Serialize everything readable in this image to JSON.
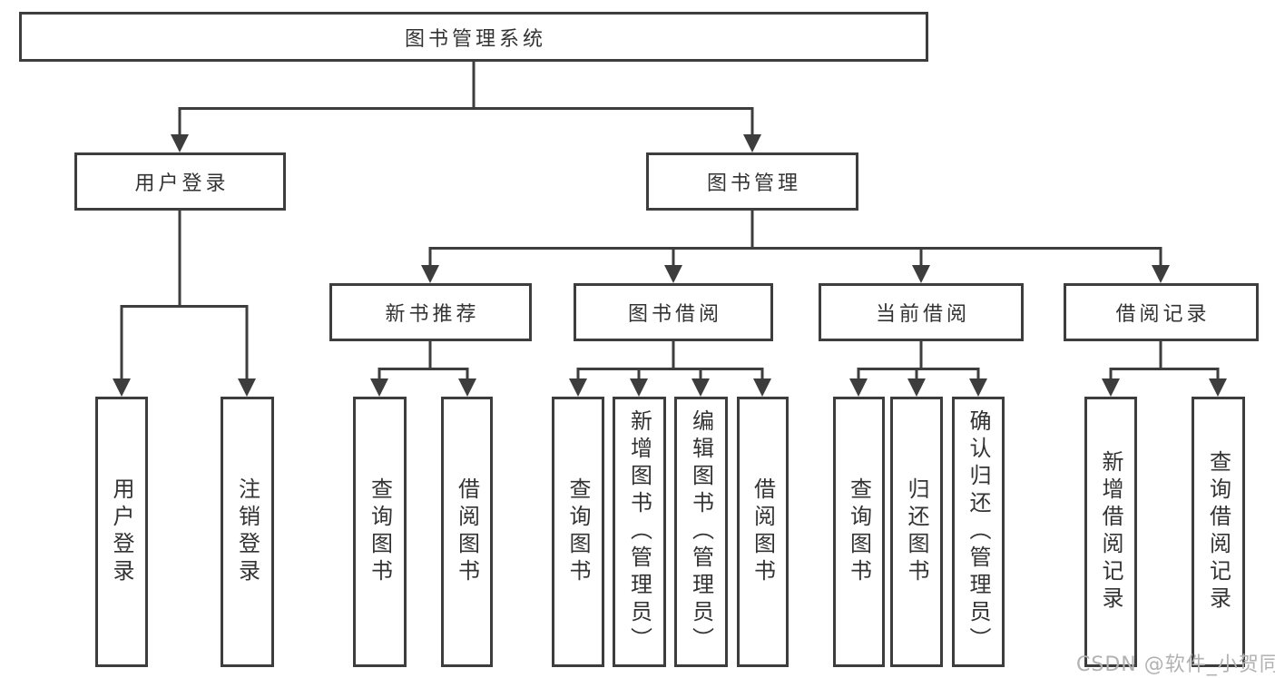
{
  "diagram": {
    "type": "hierarchy-tree",
    "background": "#ffffff",
    "line_color": "#3d3d3d",
    "text_color": "#333333",
    "watermark_color": "#b2b2b2"
  },
  "tree": {
    "label": "图书管理系统",
    "children": [
      {
        "label": "用户登录",
        "children": [
          {
            "label": "用户登录"
          },
          {
            "label": "注销登录"
          }
        ]
      },
      {
        "label": "图书管理",
        "children": [
          {
            "label": "新书推荐",
            "children": [
              {
                "label": "查询图书"
              },
              {
                "label": "借阅图书"
              }
            ]
          },
          {
            "label": "图书借阅",
            "children": [
              {
                "label": "查询图书"
              },
              {
                "label": "新增图书（管理员）"
              },
              {
                "label": "编辑图书（管理员）"
              },
              {
                "label": "借阅图书"
              }
            ]
          },
          {
            "label": "当前借阅",
            "children": [
              {
                "label": "查询图书"
              },
              {
                "label": "归还图书"
              },
              {
                "label": "确认归还（管理员）"
              }
            ]
          },
          {
            "label": "借阅记录",
            "children": [
              {
                "label": "新增借阅记录"
              },
              {
                "label": "查询借阅记录"
              }
            ]
          }
        ]
      }
    ]
  },
  "watermark": {
    "text": "CSDN @软件_小贺同学"
  }
}
